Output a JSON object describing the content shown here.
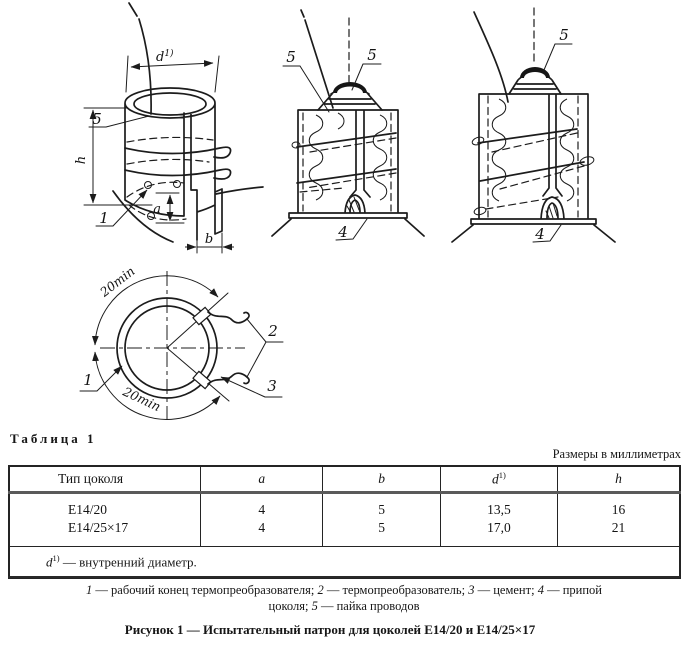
{
  "figure": {
    "callouts": {
      "c1": "1",
      "c2": "2",
      "c3": "3",
      "c4": "4",
      "c5": "5"
    },
    "dims": {
      "d": "d",
      "d_sup": "1)",
      "h": "h",
      "a": "a",
      "b": "b",
      "arc": "20min"
    }
  },
  "table": {
    "title": "Таблица 1",
    "units": "Размеры в миллиметрах",
    "col_type": "Тип цоколя",
    "col_a": "a",
    "col_b": "b",
    "col_d": "d",
    "col_d_sup": "1)",
    "col_h": "h",
    "rows": [
      [
        "E14/20",
        "4",
        "5",
        "13,5",
        "16"
      ],
      [
        "E14/25×17",
        "4",
        "5",
        "17,0",
        "21"
      ]
    ],
    "footnote": {
      "sym": "d",
      "sup": "1)",
      "text": " — внутренний диаметр."
    }
  },
  "legend": {
    "items": [
      {
        "n": "1",
        "t": " — рабочий конец термопреобразователя; "
      },
      {
        "n": "2",
        "t": " — термопреобразователь; "
      },
      {
        "n": "3",
        "t": " — цемент; "
      },
      {
        "n": "4",
        "t": " — припой цоколя; "
      },
      {
        "n": "5",
        "t": " — пайка проводов"
      }
    ]
  },
  "caption": "Рисунок 1 — Испытательный патрон для цоколей E14/20 и E14/25×17"
}
